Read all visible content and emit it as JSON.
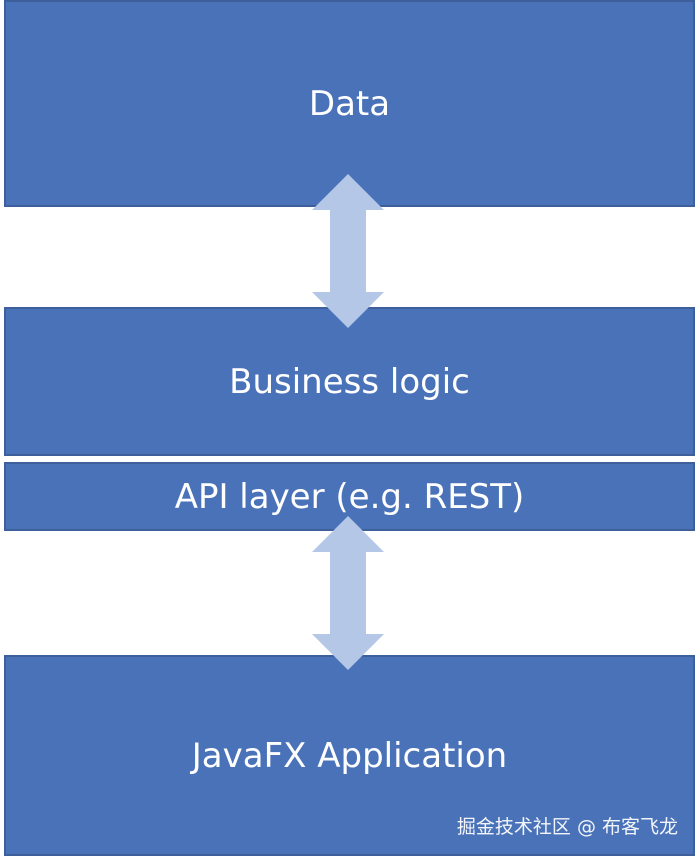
{
  "layers": {
    "data_label": "Data",
    "business_label": "Business logic",
    "api_label": "API layer (e.g. REST)",
    "app_label": "JavaFX Application"
  },
  "watermark": "掘金技术社区 @ 布客飞龙",
  "colors": {
    "box_fill": "#4a72b8",
    "box_border": "#3d5f9c",
    "arrow_fill": "#b4c7e7",
    "text": "#ffffff"
  }
}
